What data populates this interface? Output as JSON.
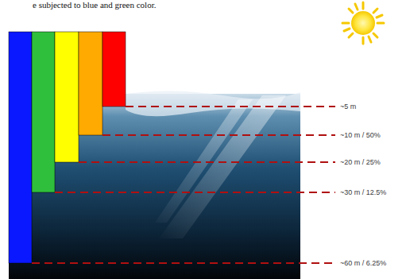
{
  "diagram": {
    "labels": [
      "e subjected to blue and green color.",
      "~5 m",
      "~10 m / 50%",
      "~20 m / 25%",
      "~30 m / 12.5%",
      "~60 m / 6.25%"
    ]
  }
}
